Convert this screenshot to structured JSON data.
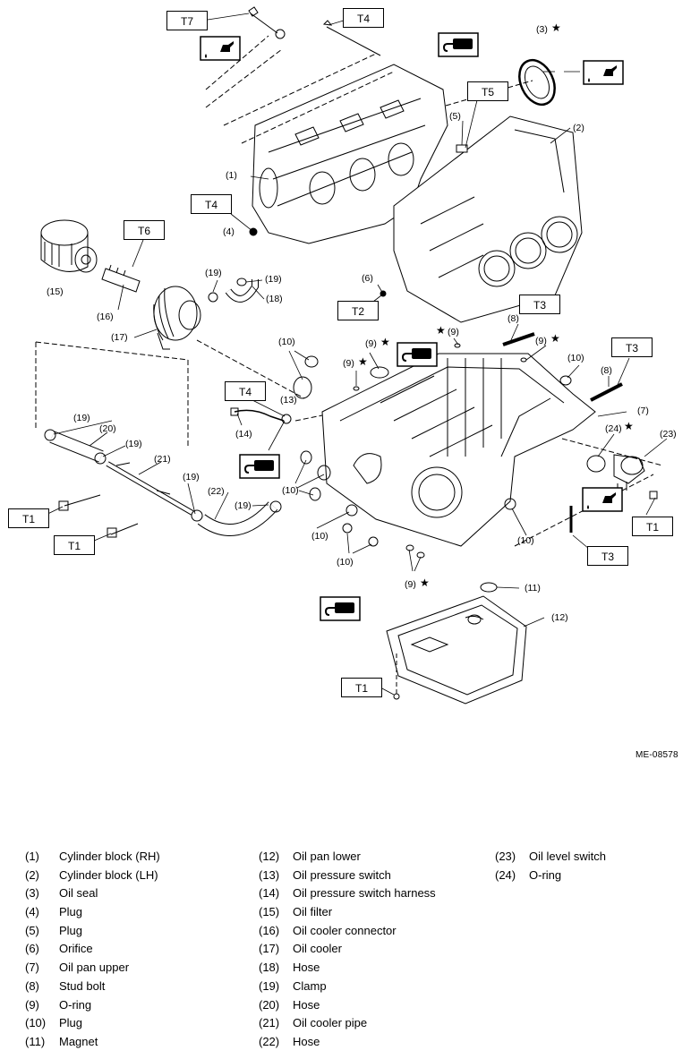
{
  "torque_labels": {
    "t7": "T7",
    "t4_top": "T4",
    "t5": "T5",
    "t4_left": "T4",
    "t6": "T6",
    "t2": "T2",
    "t3_a": "T3",
    "t3_b": "T3",
    "t4_mid": "T4",
    "t1_a": "T1",
    "t1_b": "T1",
    "t1_c": "T1",
    "t3_c": "T3",
    "t1_d": "T1"
  },
  "callouts": {
    "c1": "(1)",
    "c2": "(2)",
    "c3": "(3)",
    "c4": "(4)",
    "c5": "(5)",
    "c6": "(6)",
    "c7": "(7)",
    "c8a": "(8)",
    "c8b": "(8)",
    "c9a": "(9)",
    "c9b": "(9)",
    "c9c": "(9)",
    "c9d": "(9)",
    "c10a": "(10)",
    "c10b": "(10)",
    "c10c": "(10)",
    "c10d": "(10)",
    "c10e": "(10)",
    "c10f": "(10)",
    "c11": "(11)",
    "c12": "(12)",
    "c13": "(13)",
    "c14": "(14)",
    "c15": "(15)",
    "c16": "(16)",
    "c17": "(17)",
    "c18": "(18)",
    "c19a": "(19)",
    "c19b": "(19)",
    "c19c": "(19)",
    "c19d": "(19)",
    "c19e": "(19)",
    "c19f": "(19)",
    "c20": "(20)",
    "c21": "(21)",
    "c22": "(22)",
    "c23": "(23)",
    "c24": "(24)",
    "star": "★"
  },
  "figure_id": "ME-08578",
  "legend": {
    "col1": [
      {
        "num": "(1)",
        "name": "Cylinder block (RH)"
      },
      {
        "num": "(2)",
        "name": "Cylinder block (LH)"
      },
      {
        "num": "(3)",
        "name": "Oil seal"
      },
      {
        "num": "(4)",
        "name": "Plug"
      },
      {
        "num": "(5)",
        "name": "Plug"
      },
      {
        "num": "(6)",
        "name": "Orifice"
      },
      {
        "num": "(7)",
        "name": "Oil pan upper"
      },
      {
        "num": "(8)",
        "name": "Stud bolt"
      },
      {
        "num": "(9)",
        "name": "O-ring"
      },
      {
        "num": "(10)",
        "name": "Plug"
      },
      {
        "num": "(11)",
        "name": "Magnet"
      }
    ],
    "col2": [
      {
        "num": "(12)",
        "name": "Oil pan lower"
      },
      {
        "num": "(13)",
        "name": "Oil pressure switch"
      },
      {
        "num": "(14)",
        "name": "Oil pressure switch harness"
      },
      {
        "num": "(15)",
        "name": "Oil filter"
      },
      {
        "num": "(16)",
        "name": "Oil cooler connector"
      },
      {
        "num": "(17)",
        "name": "Oil cooler"
      },
      {
        "num": "(18)",
        "name": "Hose"
      },
      {
        "num": "(19)",
        "name": "Clamp"
      },
      {
        "num": "(20)",
        "name": "Hose"
      },
      {
        "num": "(21)",
        "name": "Oil cooler pipe"
      },
      {
        "num": "(22)",
        "name": "Hose"
      }
    ],
    "col3": [
      {
        "num": "(23)",
        "name": "Oil level switch"
      },
      {
        "num": "(24)",
        "name": "O-ring"
      }
    ]
  },
  "icons": [
    "oil-can-icon",
    "sealant-tube-icon"
  ],
  "colors": {
    "line": "#000000",
    "fill": "#ffffff"
  }
}
